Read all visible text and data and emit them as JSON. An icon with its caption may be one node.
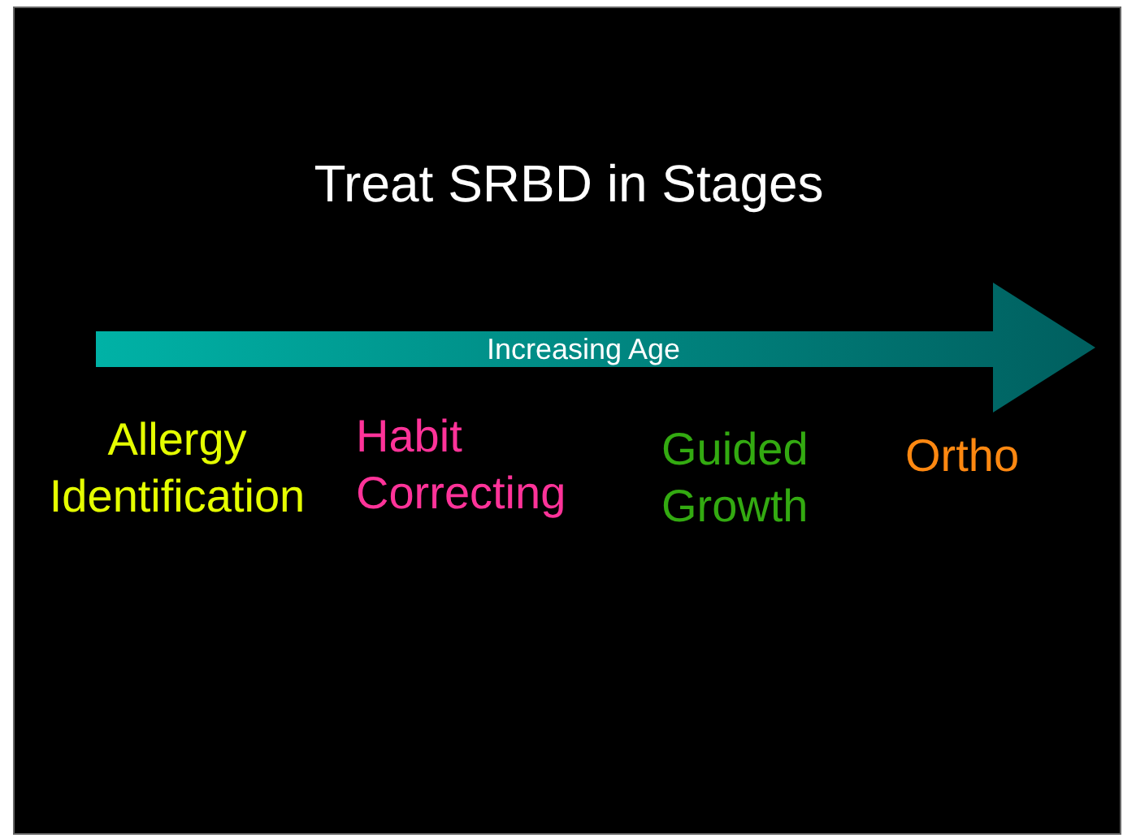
{
  "diagram": {
    "title": "Treat SRBD in Stages",
    "labels": [
      "Increasing Age",
      "Allergy Identification",
      "Habit Correcting",
      "Guided Growth",
      "Ortho"
    ]
  }
}
